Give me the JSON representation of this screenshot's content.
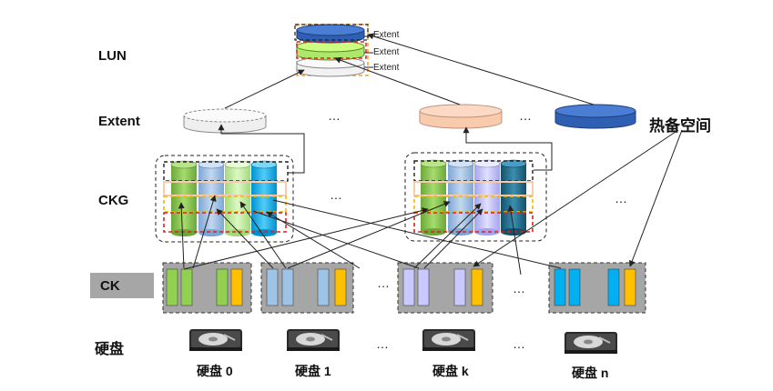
{
  "layers": {
    "lun": "LUN",
    "extent": "Extent",
    "ckg": "CKG",
    "ck": "CK",
    "disk": "硬盘"
  },
  "lun_extent_labels": [
    "Extent",
    "Extent",
    "Extent"
  ],
  "hot_spare": "热备空间",
  "disks": [
    "硬盘 0",
    "硬盘 1",
    "硬盘 k",
    "硬盘 n"
  ],
  "ellipsis": "…",
  "colors": {
    "green": "#92d050",
    "light_blue": "#9dc3e6",
    "light_green": "#c5f0a4",
    "cyan": "#00b0f0",
    "lavender": "#c9c9ff",
    "teal": "#1f6e8c",
    "orange": "#ffc000",
    "salmon": "#f8cbad",
    "dark_blue": "#2f5fb3",
    "ck_box": "#a6a6a6",
    "dashed_red": "#e02020",
    "dashed_orange": "#f4a020"
  }
}
